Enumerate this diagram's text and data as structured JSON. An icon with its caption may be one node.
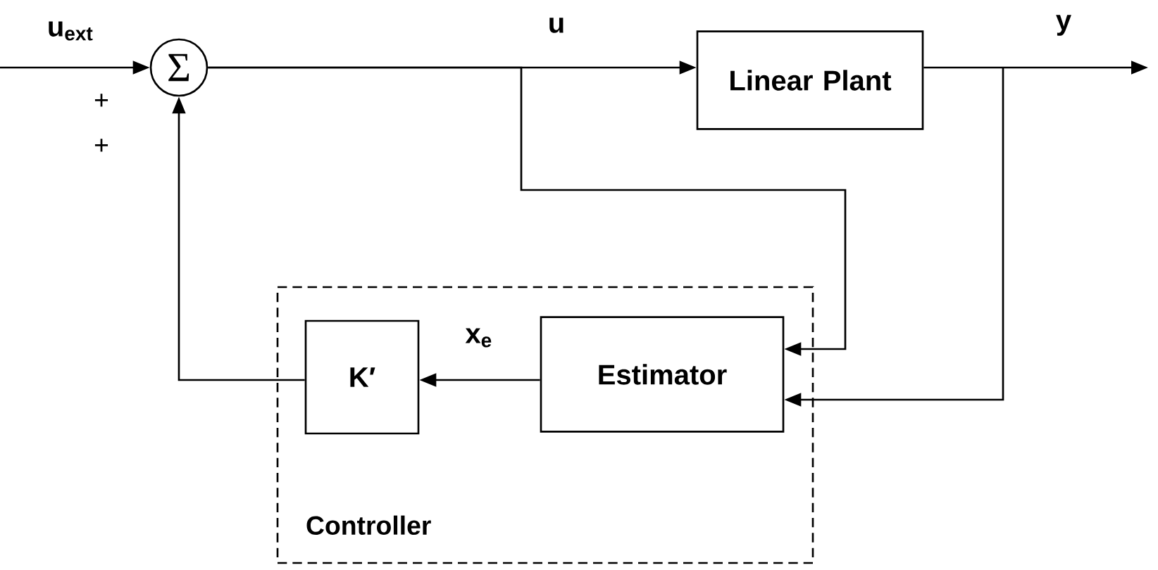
{
  "diagram": {
    "nodes": [
      {
        "text": [
          "Σ"
        ]
      },
      {
        "text": [
          "Linear Plant"
        ]
      },
      {
        "text": [
          "Controller"
        ]
      },
      {
        "text": [
          "K′"
        ],
        "in": 2
      },
      {
        "text": [
          "Estimator"
        ],
        "in": 2
      }
    ],
    "edges": [
      {
        "from": null,
        "to": 0,
        "arrow": "to",
        "label": "u$_{ext}$"
      },
      {
        "from": 0,
        "to": 1,
        "arrow": "to",
        "label": "u"
      },
      {
        "from": 1,
        "to": null,
        "arrow": "to",
        "label": "y"
      },
      {
        "from": 0,
        "to": 4,
        "arrow": "to"
      },
      {
        "from": 1,
        "to": 4,
        "arrow": "to"
      },
      {
        "from": 4,
        "to": 3,
        "arrow": "to",
        "label": "x$_{e}$"
      },
      {
        "from": 3,
        "to": 0,
        "arrow": "to"
      }
    ],
    "labels": [
      "+",
      "+"
    ]
  }
}
